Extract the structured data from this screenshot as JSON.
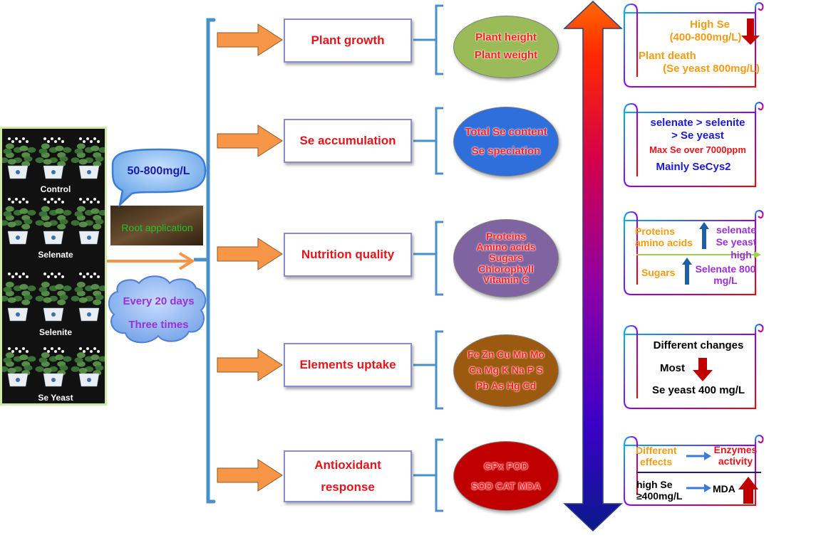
{
  "photo": {
    "labels": [
      "Control",
      "Selenate",
      "Selenite",
      "Se Yeast"
    ]
  },
  "treatment": {
    "concentration": "50-800mg/L",
    "method": "Root application",
    "frequency_line1": "Every 20 days",
    "frequency_line2": "Three times"
  },
  "categories": [
    {
      "label_line1": "Plant growth",
      "label_line2": "",
      "oval_lines": [
        "Plant height",
        "Plant weight"
      ],
      "oval_color": "#9bbb59"
    },
    {
      "label_line1": "Se accumulation",
      "label_line2": "",
      "oval_lines": [
        "Total Se content",
        "Se speciation"
      ],
      "oval_color": "#2e6fdc"
    },
    {
      "label_line1": "Nutrition quality",
      "label_line2": "",
      "oval_lines": [
        "Proteins",
        "Amino acids",
        "Sugars",
        "Chlorophyll",
        "Vitamin C"
      ],
      "oval_color": "#8064a2"
    },
    {
      "label_line1": "Elements uptake",
      "label_line2": "",
      "oval_lines": [
        "Fe Zn Cu Mn Mo",
        "Ca Mg K Na P S",
        "Pb As Hg Cd"
      ],
      "oval_color": "#9c5a10"
    },
    {
      "label_line1": "Antioxidant",
      "label_line2": "response",
      "oval_lines": [
        "GPx POD",
        "SOD CAT  MDA"
      ],
      "oval_color": "#c00000"
    }
  ],
  "results": {
    "growth": {
      "line1": "High Se",
      "line2": "(400-800mg/L)",
      "line3": "Plant death",
      "line4": "(Se yeast 800mg/L)"
    },
    "accumulation": {
      "line1": "selenate > selenite",
      "line2": "> Se yeast",
      "line3": "Max Se over 7000ppm",
      "line4": "Mainly SeCys2"
    },
    "nutrition": {
      "left1": "Proteins",
      "left2": "amino acids",
      "right1": "selenate",
      "right2": "Se yeast",
      "right3": "high",
      "sugars": "Sugars",
      "right4": "Selenate 800",
      "right5": "mg/L"
    },
    "elements": {
      "line1": "Different changes",
      "line2": "Most",
      "line3": "Se yeast 400 mg/L"
    },
    "antioxidant": {
      "left1": "Different",
      "left2": "effects",
      "right1": "Enzymes",
      "right2": "activity",
      "left3": "high Se",
      "left4": "≥400mg/L",
      "right3": "MDA"
    }
  },
  "colors": {
    "bracket": "#4a90c8",
    "arrow_fill": "#f79646",
    "label_red": "#e8141b",
    "orange_text": "#f39c12",
    "blue_text": "#1a1ad0",
    "purple_text": "#9b30d9",
    "down_arrow": "#c00000"
  }
}
